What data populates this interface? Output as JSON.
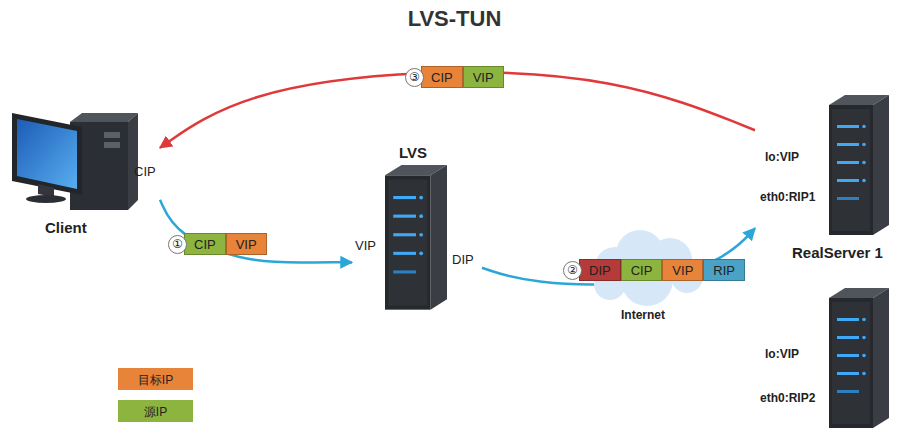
{
  "diagram": {
    "title": "LVS-TUN",
    "nodes": [
      {
        "text": [
          "CIP",
          "Client"
        ]
      },
      {
        "text": [
          "LVS",
          "VIP",
          "DIP"
        ]
      },
      {
        "text": [
          "lo:VIP",
          "eth0:RIP1",
          "RealServer 1"
        ]
      },
      {
        "text": [
          "lo:VIP",
          "eth0:RIP2"
        ]
      },
      {
        "text": [
          "Internet"
        ]
      },
      {
        "text": [
          "①"
        ]
      },
      {
        "text": [
          "CIP"
        ],
        "in": 5
      },
      {
        "text": [
          "VIP"
        ],
        "in": 5
      },
      {
        "text": [
          "②"
        ]
      },
      {
        "text": [
          "DIP"
        ],
        "in": 8
      },
      {
        "text": [
          "CIP"
        ],
        "in": 8
      },
      {
        "text": [
          "VIP"
        ],
        "in": 8
      },
      {
        "text": [
          "RIP"
        ],
        "in": 8
      },
      {
        "text": [
          "③"
        ]
      },
      {
        "text": [
          "CIP"
        ],
        "in": 13
      },
      {
        "text": [
          "VIP"
        ],
        "in": 13
      }
    ],
    "edges": [
      {
        "from": 0,
        "to": 1,
        "arrow": "to"
      },
      {
        "from": 1,
        "to": 2,
        "arrow": "to"
      },
      {
        "from": 2,
        "to": 0,
        "arrow": "to"
      }
    ],
    "legend": [
      {
        "text": "目标IP",
        "color": "#e8833a"
      },
      {
        "text": "源IP",
        "color": "#8db43e"
      }
    ]
  }
}
